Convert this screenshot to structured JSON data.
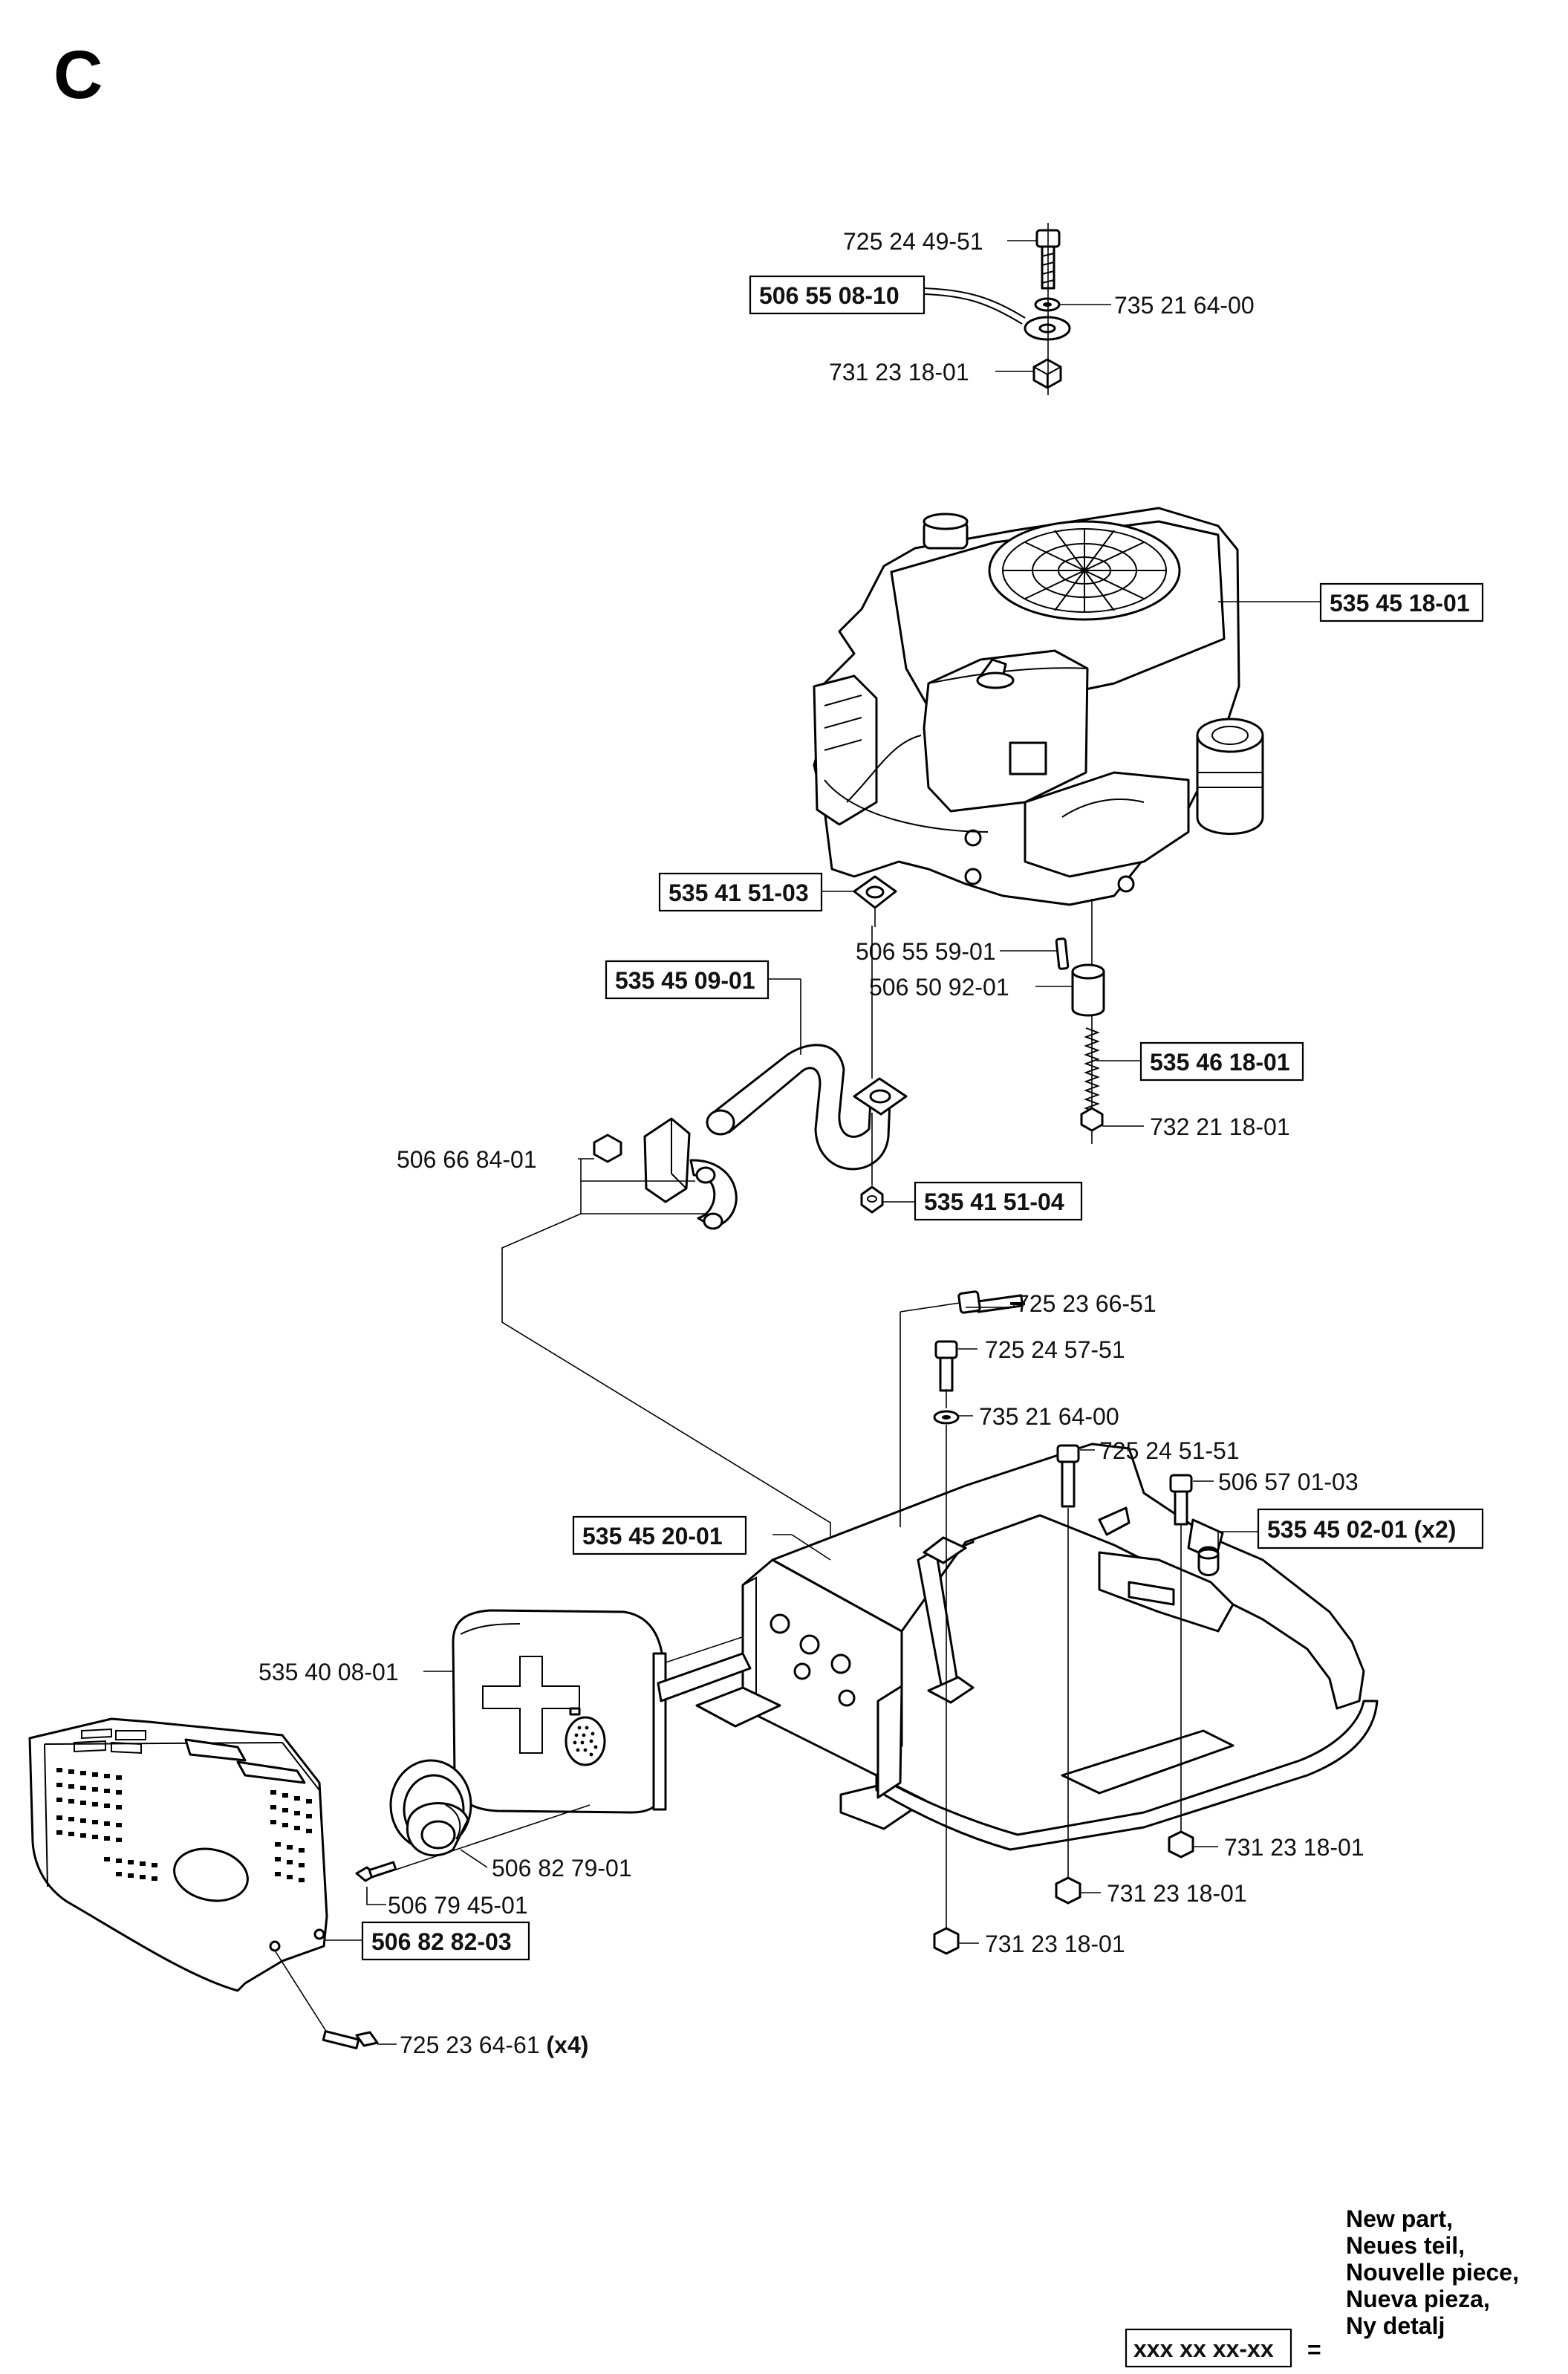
{
  "section_letter": "C",
  "parts": {
    "bolt_top": "725 24 49-51",
    "cable": "506 55 08-10",
    "washer_top": "735 21 64-00",
    "nut_top": "731 23 18-01",
    "engine": "535 45 18-01",
    "gasket_upper": "535 41 51-03",
    "pin": "506 55 59-01",
    "sleeve": "506 50 92-01",
    "exhaust_pipe": "535 45 09-01",
    "spring": "535 46 18-01",
    "nut_spring": "732 21 18-01",
    "clamp": "506 66 84-01",
    "gasket_lower": "535 41 51-04",
    "bolt_frame_1": "725 23 66-51",
    "bolt_frame_2": "725 24 57-51",
    "washer_frame": "735 21 64-00",
    "bolt_frame_3": "725 24 51-51",
    "bolt_frame_4": "506 57 01-03",
    "bracket": "535 45 20-01",
    "bushing": "535 45 02-01",
    "bushing_qty": "(x2)",
    "muffler": "535 40 08-01",
    "deflector": "506 82 79-01",
    "screw_deflector": "506 79 45-01",
    "nut_frame_1": "731 23 18-01",
    "nut_frame_2": "731 23 18-01",
    "nut_frame_3": "731 23 18-01",
    "muffler_guard": "506 82 82-03",
    "screw_guard": "725 23 64-61",
    "screw_guard_qty": "(x4)"
  },
  "legend": {
    "box_example": "xxx xx xx-xx",
    "equals": "=",
    "lines": [
      "New part,",
      "Neues teil,",
      "Nouvelle piece,",
      "Nueva pieza,",
      "Ny detalj"
    ]
  }
}
